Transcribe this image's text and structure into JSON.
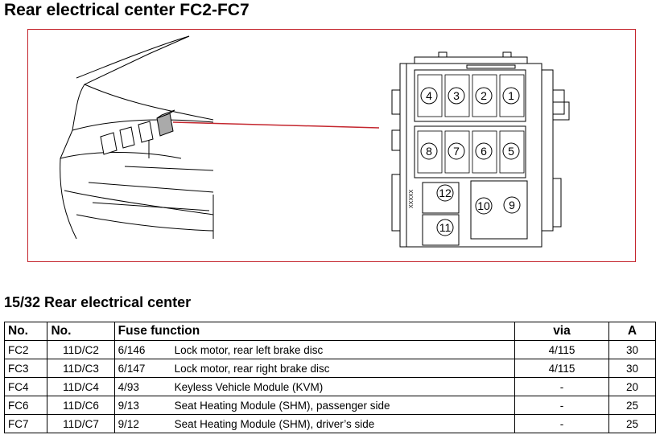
{
  "page_title": "Rear electrical center FC2-FC7",
  "section_title": "15/32 Rear electrical center",
  "figure": {
    "fuse_position_labels": [
      "4",
      "3",
      "2",
      "1",
      "8",
      "7",
      "6",
      "5",
      "12",
      "11",
      "10",
      "9"
    ],
    "side_marking": "XXXXX",
    "callout_color": "#c4262e"
  },
  "table": {
    "headers": {
      "no1": "No.",
      "no2": "No.",
      "function": "Fuse function",
      "via": "via",
      "amps": "A"
    },
    "rows": [
      {
        "no": "FC2",
        "connector": "11D/C2",
        "code": "6/146",
        "function": "Lock motor, rear left brake disc",
        "via": "4/115",
        "amps": "30"
      },
      {
        "no": "FC3",
        "connector": "11D/C3",
        "code": "6/147",
        "function": "Lock motor, rear right brake disc",
        "via": "4/115",
        "amps": "30"
      },
      {
        "no": "FC4",
        "connector": "11D/C4",
        "code": "4/93",
        "function": "Keyless Vehicle Module (KVM)",
        "via": "-",
        "amps": "20"
      },
      {
        "no": "FC6",
        "connector": "11D/C6",
        "code": "9/13",
        "function": "Seat Heating Module (SHM), passenger side",
        "via": "-",
        "amps": "25"
      },
      {
        "no": "FC7",
        "connector": "11D/C7",
        "code": "9/12",
        "function": "Seat Heating Module (SHM), driver’s side",
        "via": "-",
        "amps": "25"
      }
    ]
  }
}
